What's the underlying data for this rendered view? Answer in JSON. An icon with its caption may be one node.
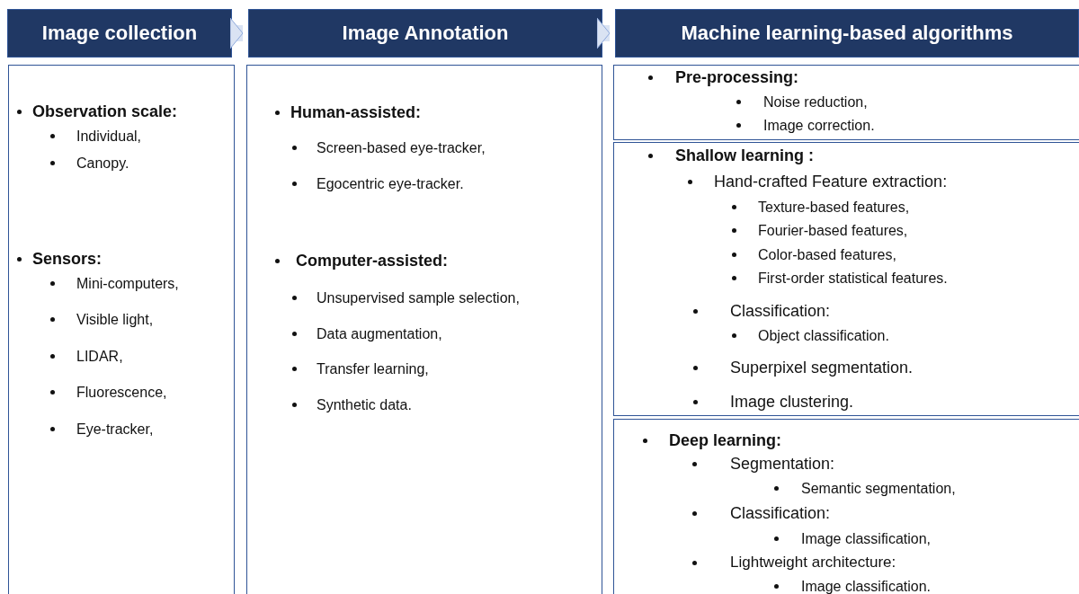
{
  "diagram": {
    "nodes": [
      {
        "text": [
          "Image collection"
        ]
      },
      {
        "text": [
          "Image Annotation"
        ]
      },
      {
        "text": [
          "Machine learning-based algorithms"
        ]
      },
      {
        "text": [
          "Observation scale:",
          "Individual,",
          "Canopy.",
          "Sensors:",
          "Mini-computers,",
          "Visible light,",
          "LIDAR,",
          "Fluorescence,",
          "Eye-tracker,"
        ]
      },
      {
        "text": [
          "Human-assisted:",
          "Screen-based eye-tracker,",
          "Egocentric eye-tracker.",
          "Computer-assisted:",
          "Unsupervised sample selection,",
          "Data augmentation,",
          "Transfer learning,",
          "Synthetic data."
        ]
      },
      {
        "text": [
          "Pre-processing:",
          "Noise reduction,",
          "Image correction."
        ]
      },
      {
        "text": [
          "Shallow learning :",
          "Hand-crafted Feature extraction:",
          "Texture-based features,",
          "Fourier-based features,",
          "Color-based features,",
          "First-order statistical features.",
          "Classification:",
          "Object classification.",
          "Superpixel segmentation.",
          "Image clustering."
        ]
      },
      {
        "text": [
          "Deep learning:",
          "Segmentation:",
          "Semantic segmentation,",
          "Classification:",
          "Image classification,",
          "Lightweight architecture:",
          "Image classification."
        ]
      }
    ],
    "edges": [
      {
        "from": 0,
        "to": 1,
        "arrow": "to"
      },
      {
        "from": 1,
        "to": 2,
        "arrow": "to"
      }
    ]
  }
}
